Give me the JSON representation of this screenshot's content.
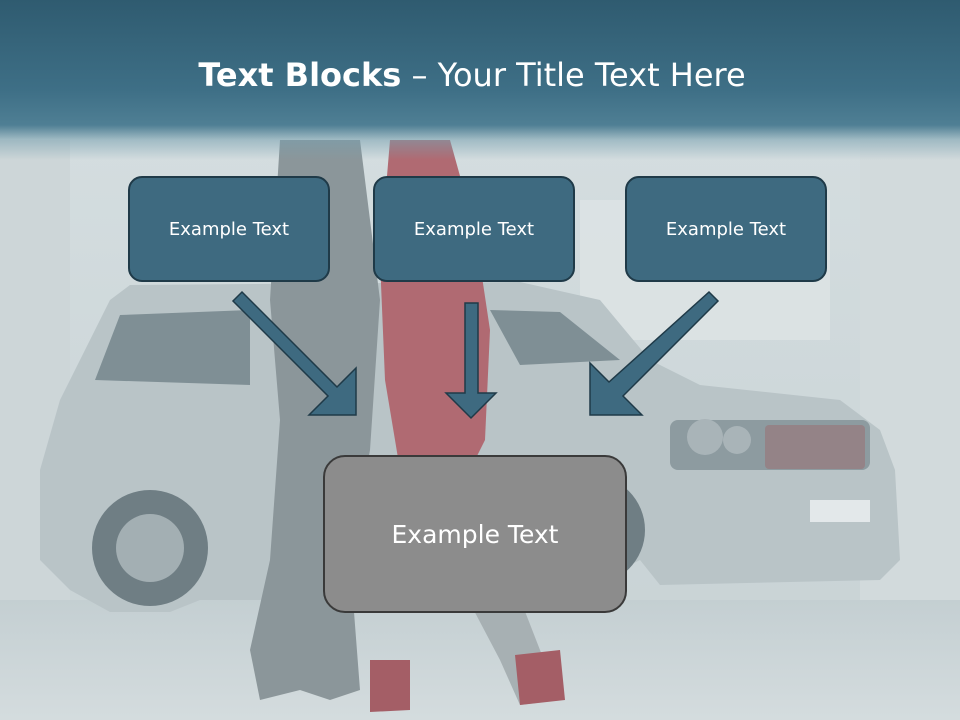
{
  "slide": {
    "title_bold": "Text Blocks",
    "title_sep": " – ",
    "title_rest": "Your Title Text Here"
  },
  "blocks": {
    "left": "Example Text",
    "center": "Example Text",
    "right": "Example Text",
    "bottom": "Example Text"
  },
  "colors": {
    "title_band": "#3e6f86",
    "box_fill": "#3e6a80",
    "box_border": "#1f3a48",
    "arrow": "#3e6a80",
    "bottom_box_fill": "#8c8c8c"
  }
}
